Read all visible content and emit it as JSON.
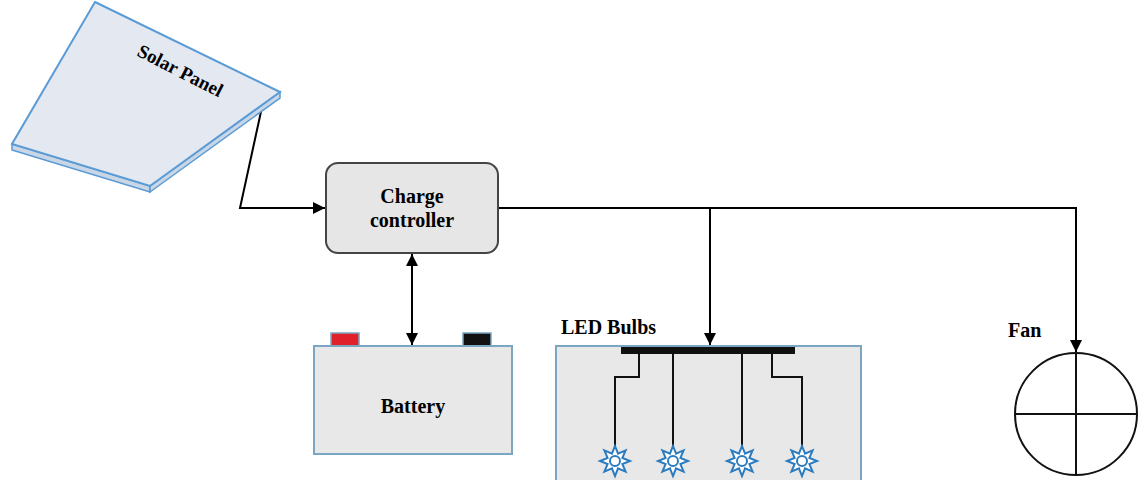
{
  "diagram": {
    "nodes": [
      {
        "text": [
          "Solar Panel"
        ]
      },
      {
        "text": [
          "Charge controller"
        ]
      },
      {
        "text": [
          "Battery"
        ]
      },
      {
        "text": [
          "LED Bulbs"
        ]
      },
      {
        "text": [
          "Fan"
        ]
      }
    ],
    "edges": [
      {
        "from": 0,
        "to": 1,
        "arrow": "to"
      },
      {
        "from": 1,
        "to": 2,
        "arrow": "both"
      },
      {
        "from": 1,
        "to": 3,
        "arrow": "to"
      },
      {
        "from": 1,
        "to": 4,
        "arrow": "to"
      }
    ]
  }
}
